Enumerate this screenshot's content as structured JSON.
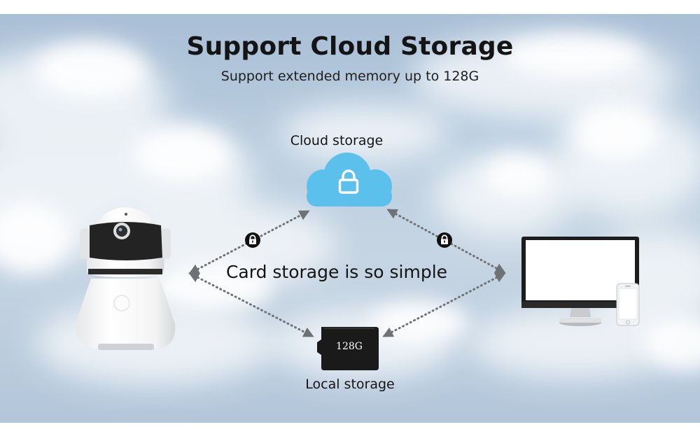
{
  "heading": {
    "title": "Support Cloud Storage",
    "subtitle": "Support extended memory up to 128G"
  },
  "diagram": {
    "center_text": "Card storage is so simple",
    "cloud_label": "Cloud storage",
    "local_label": "Local storage",
    "sd_card_capacity": "128G"
  },
  "colors": {
    "cloud_blue": "#5bc0ec",
    "sky_blue": "#b8cbde",
    "connector_gray": "#6f7275",
    "lock_badge": "#111111"
  },
  "icons": [
    "cloud-lock-icon",
    "sd-card-icon",
    "security-camera",
    "monitor-icon",
    "smartphone-icon",
    "padlock-icon"
  ]
}
